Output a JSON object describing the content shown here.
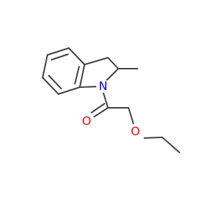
{
  "molecule": {
    "atoms": {
      "N": {
        "symbol": "N",
        "color": "#0000ff"
      },
      "O_carbonyl": {
        "symbol": "O",
        "color": "#ff0000"
      },
      "O_ether": {
        "symbol": "O",
        "color": "#ff0000"
      }
    },
    "bond_color": "#3a3a3a"
  }
}
